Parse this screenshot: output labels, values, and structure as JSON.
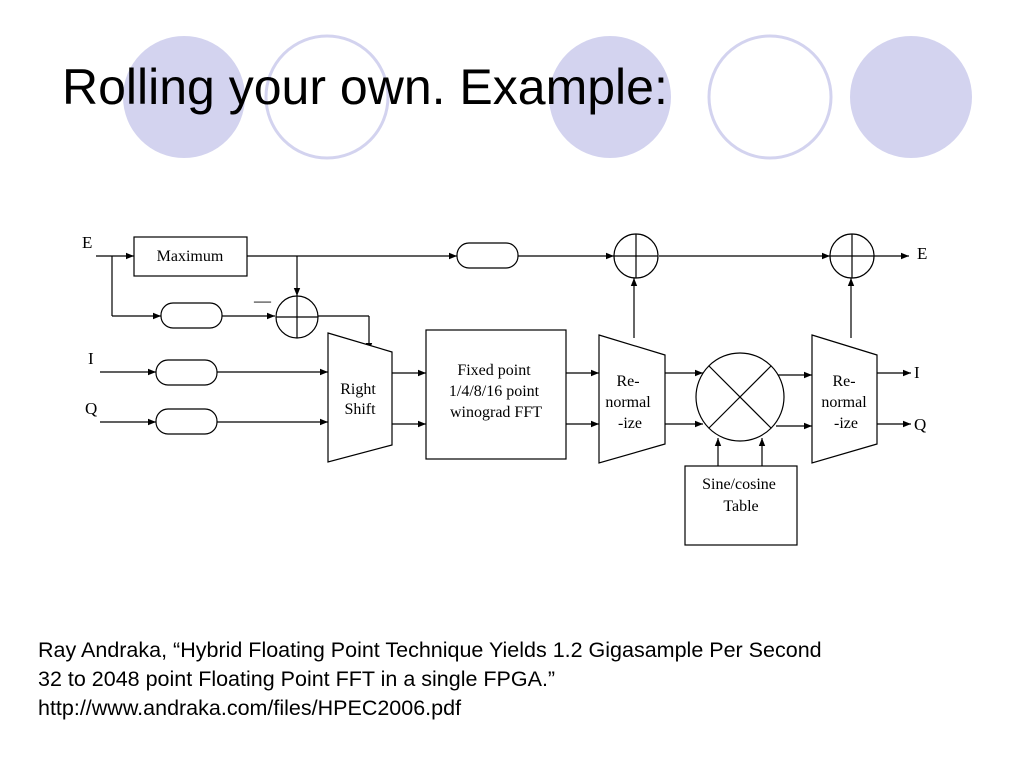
{
  "slide": {
    "title": "Rolling your own. Example:",
    "circle_fill": "#d3d3ef",
    "circle_stroke": "#d3d3ef"
  },
  "diagram": {
    "inputs": {
      "e": "E",
      "i": "I",
      "q": "Q"
    },
    "outputs": {
      "e": "E",
      "i": "I",
      "q": "Q"
    },
    "minus_sign": "—",
    "blocks": {
      "maximum": "Maximum",
      "right_shift": [
        "Right",
        "Shift"
      ],
      "fft": [
        "Fixed point",
        "1/4/8/16 point",
        "winograd FFT"
      ],
      "renorm1": [
        "Re-",
        "normal",
        "-ize"
      ],
      "renorm2": [
        "Re-",
        "normal",
        "-ize"
      ],
      "sine_cosine": [
        "Sine/cosine",
        "Table"
      ]
    }
  },
  "citation": {
    "line1": "Ray Andraka, “Hybrid Floating Point Technique Yields 1.2 Gigasample Per Second",
    "line2": "32 to 2048 point Floating Point FFT in a single FPGA.”",
    "line3": "http://www.andraka.com/files/HPEC2006.pdf"
  }
}
